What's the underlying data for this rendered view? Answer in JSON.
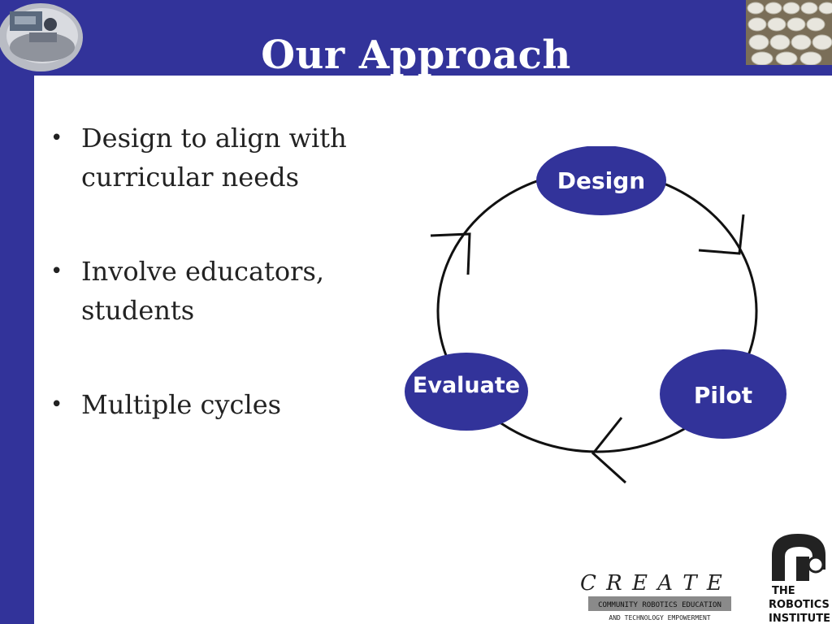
{
  "slide": {
    "title": "Our Approach",
    "bullets": [
      "Design to align with curricular needs",
      "Involve educators, students",
      "Multiple cycles"
    ]
  },
  "diagram": {
    "nodes": [
      "Design",
      "Pilot",
      "Evaluate"
    ]
  },
  "logos": {
    "create_title": "C R E A T E",
    "create_line1": "COMMUNITY ROBOTICS EDUCATION",
    "create_line2": "AND TECHNOLOGY EMPOWERMENT",
    "ri_line1": "THE",
    "ri_line2": "ROBOTICS",
    "ri_line3": "INSTITUTE"
  },
  "colors": {
    "brand_blue": "#32339a",
    "text": "#222222"
  }
}
